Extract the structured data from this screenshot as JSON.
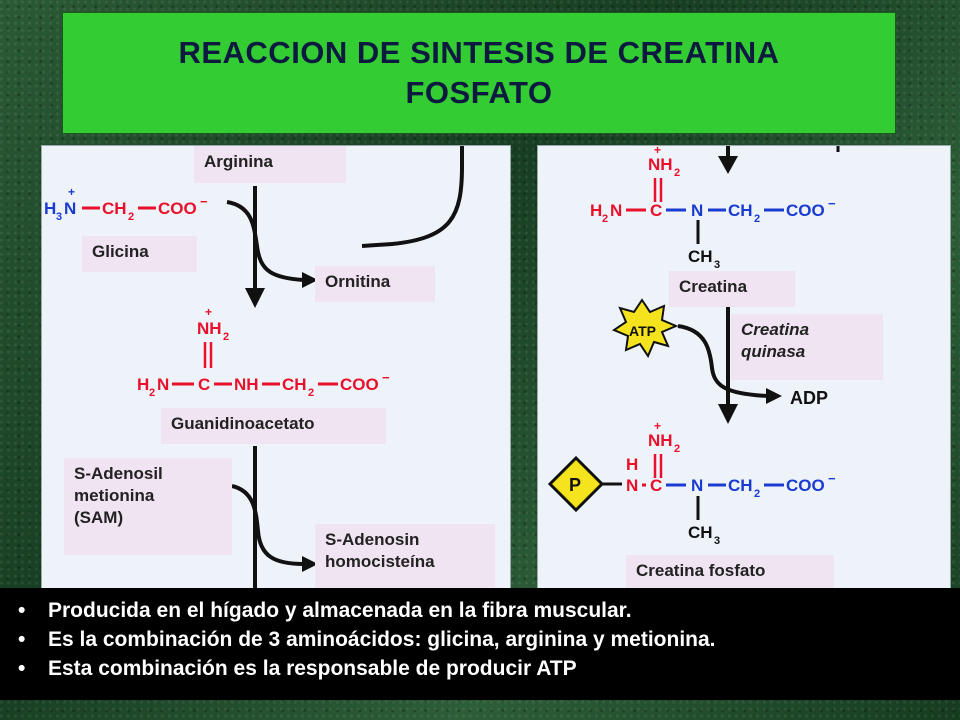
{
  "title": {
    "line1": "REACCION DE SINTESIS DE CREATINA",
    "line2": "FOSFATO"
  },
  "left_panel": {
    "labels": {
      "arginina": "Arginina",
      "glicina": "Glicina",
      "ornitina": "Ornitina",
      "guanidinoacetato": "Guanidinoacetato",
      "sam_1": "S-Adenosil",
      "sam_2": "metionina",
      "sam_3": "(SAM)",
      "sah_1": "S-Adenosin",
      "sah_2": "homocisteína"
    }
  },
  "right_panel": {
    "labels": {
      "creatina": "Creatina",
      "quinasa_1": "Creatina",
      "quinasa_2": "quinasa",
      "creatina_fosfato": "Creatina fosfato"
    },
    "atp": "ATP",
    "adp": "ADP",
    "phosphate": "P"
  },
  "bullets": [
    "Producida en el hígado y almacenada en la fibra muscular.",
    "Es la combinación de 3 aminoácidos: glicina, arginina y metionina.",
    "Esta combinación es la responsable de producir  ATP"
  ],
  "colors": {
    "title_bg": "#33cc33",
    "title_text": "#0d1a40",
    "label_bg": "#f1e4f2",
    "structure_red": "#e8102a",
    "structure_blue": "#1a3bd1",
    "atp_yellow": "#f4e31d"
  }
}
